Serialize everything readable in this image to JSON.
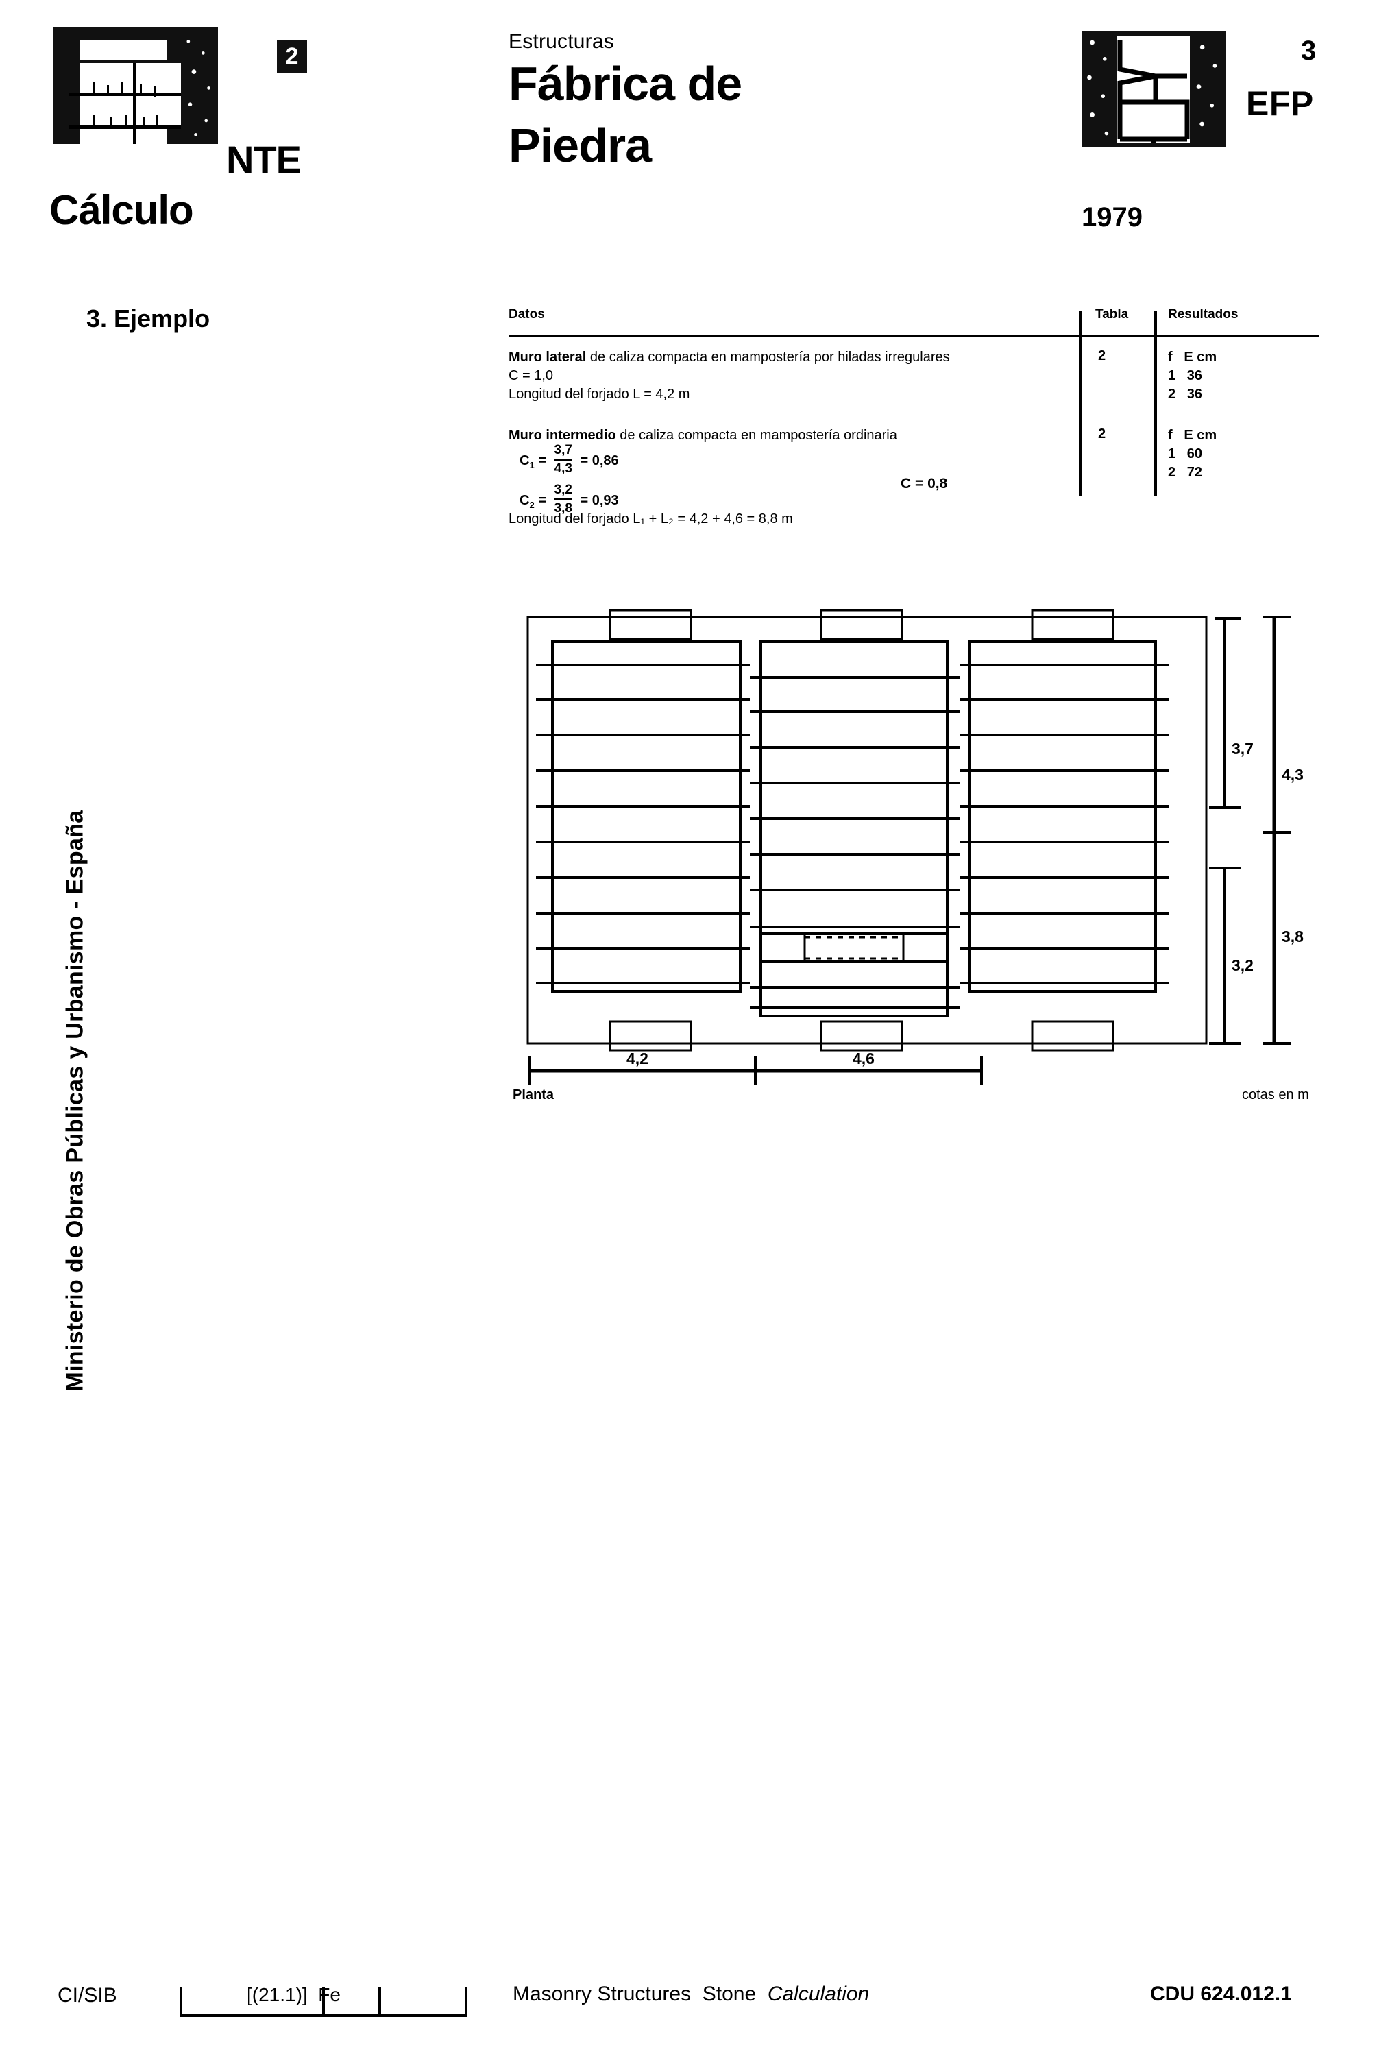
{
  "header": {
    "badge_number": "2",
    "nte_label": "NTE",
    "calculo_label": "Cálculo",
    "kicker": "Estructuras",
    "title_line1": "Fábrica de",
    "title_line2": "Piedra",
    "efp_label": "EFP",
    "page_number": "3",
    "year": "1979"
  },
  "section": {
    "title": "3. Ejemplo"
  },
  "table": {
    "headers": {
      "datos": "Datos",
      "tabla": "Tabla",
      "resultados": "Resultados"
    },
    "rows": [
      {
        "title": "Muro lateral",
        "desc": " de caliza compacta en mampostería por hiladas irregulares",
        "line2": "C = 1,0",
        "line3": "Longitud del forjado L = 4,2 m",
        "tabla": "2",
        "result_header": "f   E cm",
        "result_1": "1   36",
        "result_2": "2   36"
      },
      {
        "title": "Muro intermedio",
        "desc": " de caliza compacta en mampostería ordinaria",
        "formula1": {
          "label": "C",
          "sub": "1",
          "eq": "=",
          "numerator": "3,7",
          "denominator": "4,3",
          "result": "= 0,86"
        },
        "formula2": {
          "label": "C",
          "sub": "2",
          "eq": "=",
          "numerator": "3,2",
          "denominator": "3,8",
          "result": "= 0,93"
        },
        "c_value": "C  = 0,8",
        "line_last": "Longitud del forjado L₁ + L₂ = 4,2 + 4,6 = 8,8 m",
        "tabla": "2",
        "result_header": "f   E cm",
        "result_1": "1   60",
        "result_2": "2   72"
      }
    ]
  },
  "drawing": {
    "plan_label": "Planta",
    "units_label": "cotas en m",
    "dimensions": {
      "horizontal": [
        "4,2",
        "4,6"
      ],
      "vertical_inner_top": "3,7",
      "vertical_outer_top": "4,3",
      "vertical_inner_bottom": "3,2",
      "vertical_outer_bottom": "3,8"
    }
  },
  "spine": {
    "text": "Ministerio de Obras Públicas y Urbanismo - España"
  },
  "footer": {
    "cisib_label": "CI/SIB",
    "classification_code": "[(21.1)]  Fe",
    "english_title": "Masonry Structures  Stone  ",
    "english_title_italic": "Calculation",
    "cdu": "CDU 624.012.1"
  }
}
